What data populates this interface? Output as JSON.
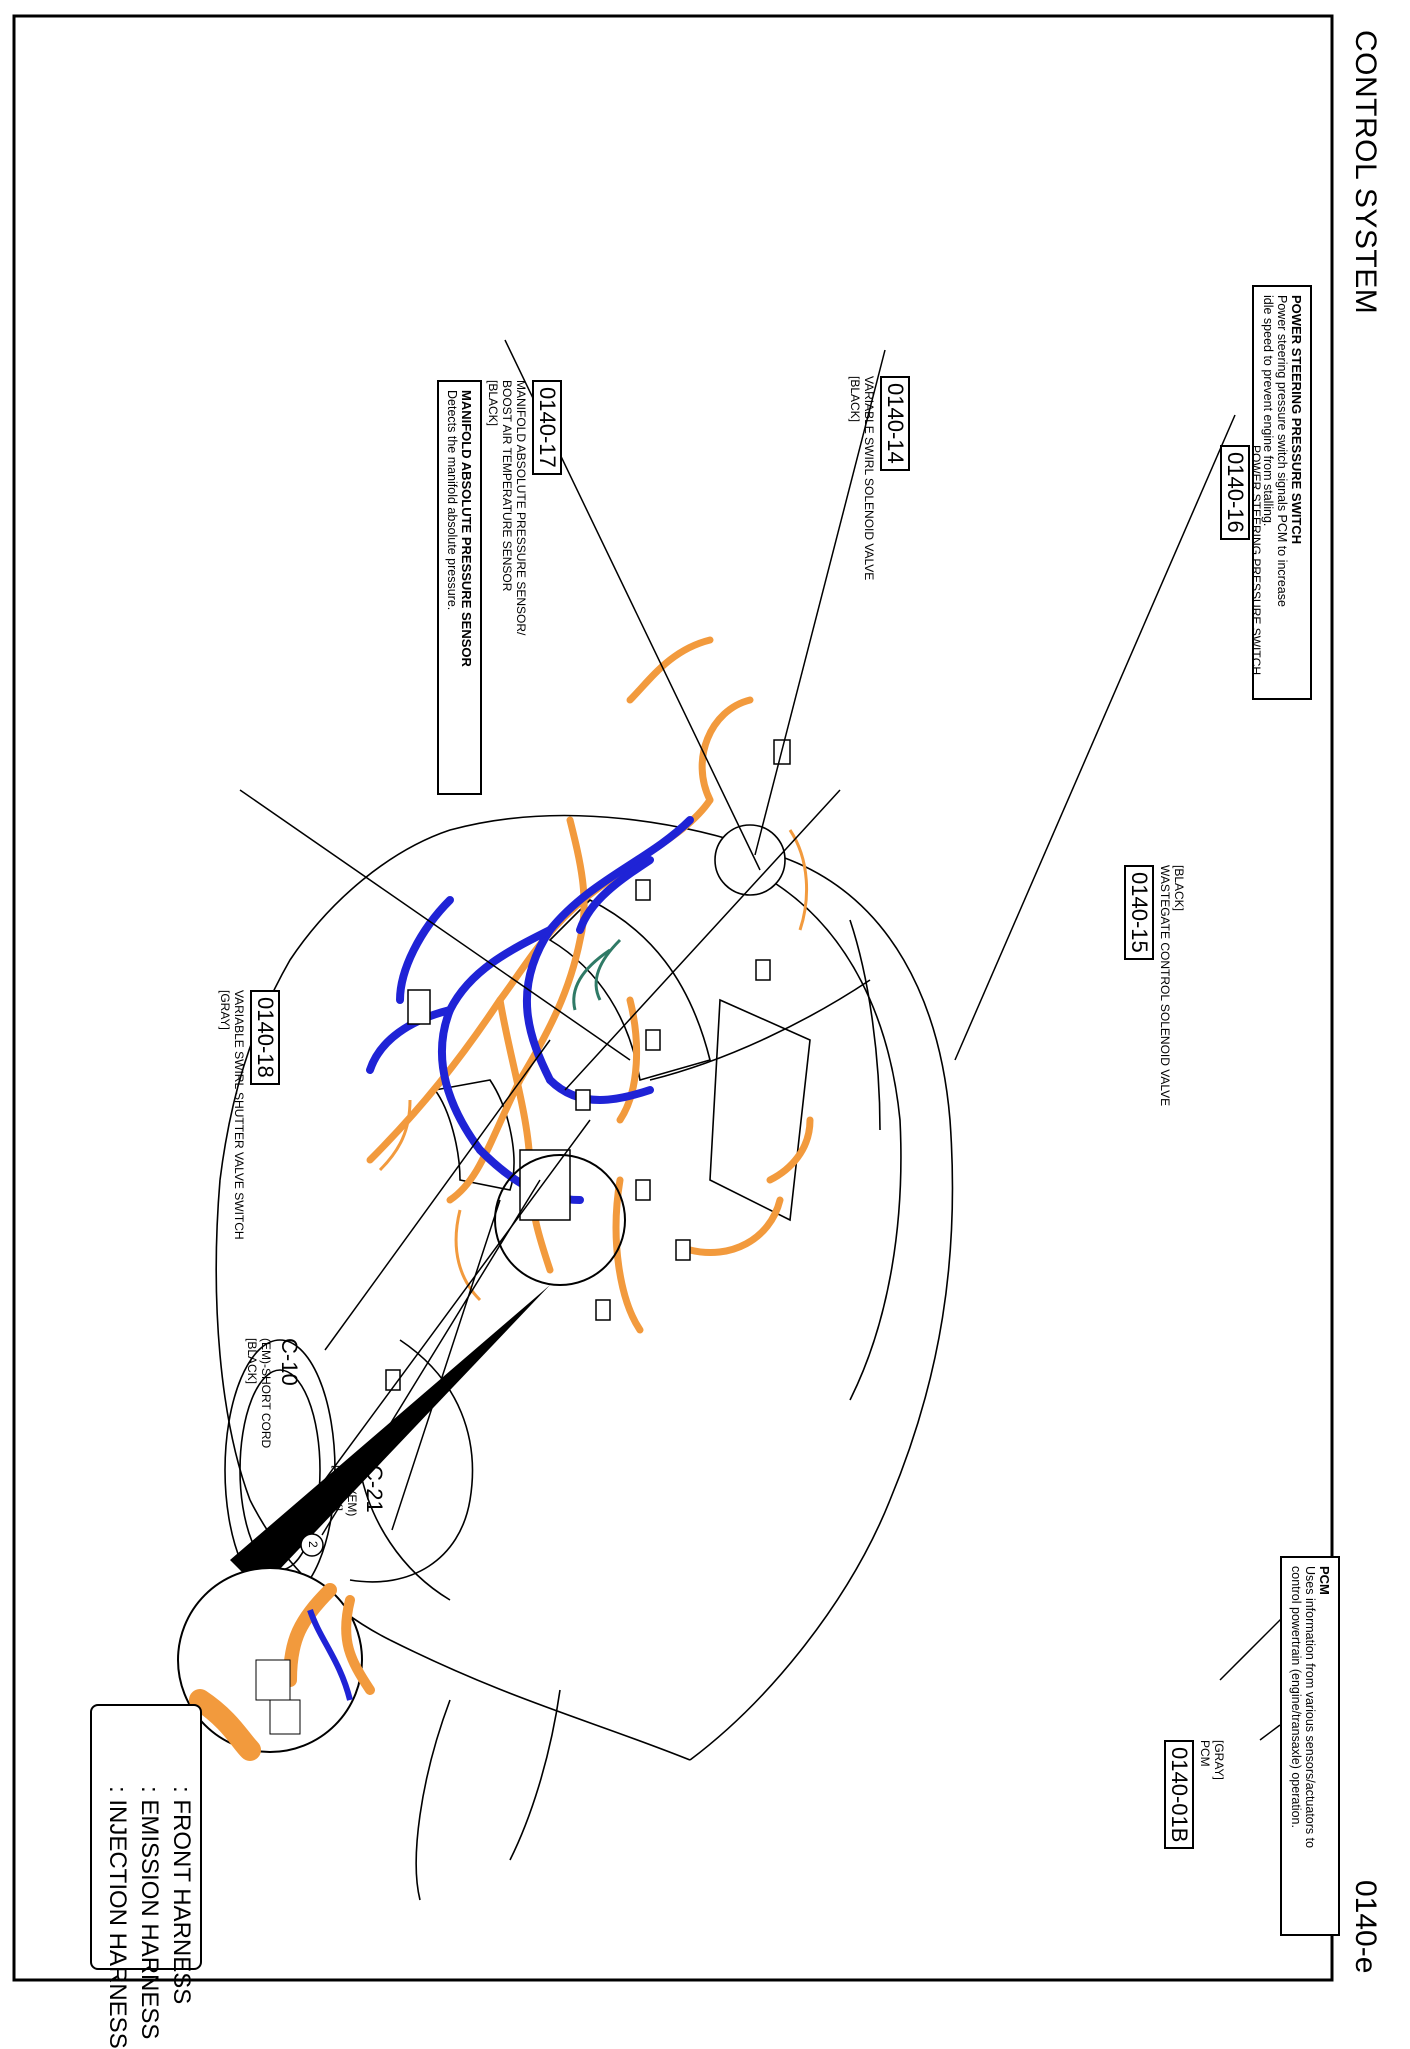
{
  "header": {
    "title": "CONTROL SYSTEM",
    "page_code": "0140-e"
  },
  "callouts": {
    "ps_switch_box": {
      "heading": "POWER STEERING PRESSURE SWITCH",
      "body": "Power steering pressure switch signals PCM to increase\nidle speed to prevent engine from stalling."
    },
    "ps_switch": {
      "code": "0140-16",
      "name": "POWER STEERING PRESSURE SWITCH"
    },
    "swirl_solenoid": {
      "code": "0140-14",
      "lines": "VARIABLE SWIRL SOLENOID VALVE\n[BLACK]"
    },
    "map_sensor": {
      "code": "0140-17",
      "lines": "MANIFOLD ABSOLUTE PRESSURE SENSOR/\nBOOST AIR TEMPERATURE SENSOR\n[BLACK]"
    },
    "map_box": {
      "heading": "MANIFOLD ABSOLUTE PRESSURE SENSOR",
      "body": "Detects the manifold absolute pressure."
    },
    "wastegate": {
      "code": "0140-15",
      "lines": "[BLACK]\nWASTEGATE CONTROL SOLENOID VALVE"
    },
    "swirl_shutter": {
      "code": "0140-18",
      "lines": "VARIABLE SWIRL SHUTTER VALVE SWITCH\n[GRAY]"
    },
    "c10": {
      "code": "C-10",
      "lines": "(EM)-SHORT CORD\n[BLACK]"
    },
    "c21": {
      "code": "C-21",
      "lines": "(FJ)-(EM)\n[BLACK]"
    },
    "connector_marker": "2",
    "pcm_box": {
      "heading": "PCM",
      "body": "Uses information from various sensors/actuators to\ncontrol powertrain (engine/transaxle) operation."
    },
    "pcm": {
      "code": "0140-01B",
      "lines": "[GRAY]\nPCM"
    }
  },
  "legend": {
    "items": [
      {
        "label": ": FRONT HARNESS",
        "color": "#F29A3D"
      },
      {
        "label": ": EMISSION HARNESS",
        "color": "#1F23D6"
      },
      {
        "label": ": INJECTION HARNESS",
        "color": "#2EE6F0"
      }
    ]
  },
  "colors": {
    "front_harness": "#F29A3D",
    "emission_harness": "#1F23D6",
    "injection_harness": "#2EE6F0",
    "line": "#000000"
  }
}
